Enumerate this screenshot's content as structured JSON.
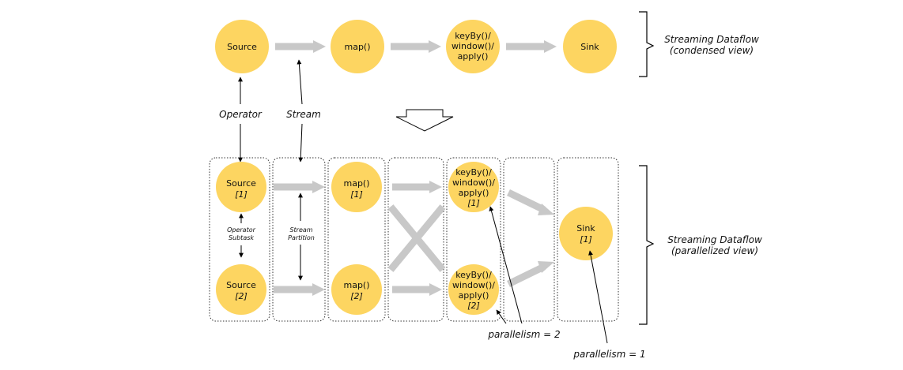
{
  "colors": {
    "node": "#fdd561",
    "flow_arrow": "#c8c8c8",
    "line": "#000000",
    "box_border": "#333333"
  },
  "condensed": {
    "nodes": [
      {
        "lines": [
          "Source"
        ]
      },
      {
        "lines": [
          "map()"
        ]
      },
      {
        "lines": [
          "keyBy()/",
          "window()/",
          "apply()"
        ]
      },
      {
        "lines": [
          "Sink"
        ]
      }
    ],
    "side_label": [
      "Streaming Dataflow",
      "(condensed view)"
    ]
  },
  "labels": {
    "operator": "Operator",
    "stream": "Stream",
    "operator_subtask": [
      "Operator",
      "Subtask"
    ],
    "stream_partition": [
      "Stream",
      "Partition"
    ],
    "parallelism_2": "parallelism = 2",
    "parallelism_1": "parallelism = 1"
  },
  "parallel": {
    "nodes": {
      "source1": {
        "lines": [
          "Source"
        ],
        "idx": "[1]"
      },
      "source2": {
        "lines": [
          "Source"
        ],
        "idx": "[2]"
      },
      "map1": {
        "lines": [
          "map()"
        ],
        "idx": "[1]"
      },
      "map2": {
        "lines": [
          "map()"
        ],
        "idx": "[2]"
      },
      "kwa1": {
        "lines": [
          "keyBy()/",
          "window()/",
          "apply()"
        ],
        "idx": "[1]"
      },
      "kwa2": {
        "lines": [
          "keyBy()/",
          "window()/",
          "apply()"
        ],
        "idx": "[2]"
      },
      "sink1": {
        "lines": [
          "Sink"
        ],
        "idx": "[1]"
      }
    },
    "side_label": [
      "Streaming Dataflow",
      "(parallelized view)"
    ]
  }
}
